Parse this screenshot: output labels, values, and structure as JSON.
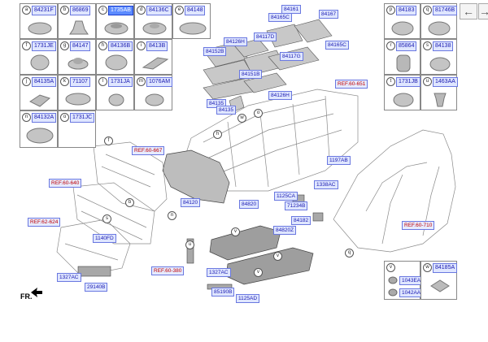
{
  "nav": {
    "back_label": "←",
    "forward_label": "→"
  },
  "colors": {
    "part_label_fill": "#dfe6ff",
    "part_label_border": "#6a78e0",
    "selected_label_fill": "#5c8bff",
    "ref_label_text": "#c00000",
    "arrow": "#e00000"
  },
  "left_table": {
    "row1": [
      {
        "index": "a",
        "part": "84231F"
      },
      {
        "index": "b",
        "part": "86869"
      },
      {
        "index": "c",
        "part": "1735AB",
        "selected": true
      },
      {
        "index": "d",
        "part": "84136C"
      },
      {
        "index": "e",
        "part": "84148"
      }
    ],
    "row2": [
      {
        "index": "f",
        "part": "1731JE"
      },
      {
        "index": "g",
        "part": "84147"
      },
      {
        "index": "h",
        "part": "84136B"
      },
      {
        "index": "i",
        "part": "8413B"
      }
    ],
    "row3": [
      {
        "index": "j",
        "part": "84135A"
      },
      {
        "index": "k",
        "part": "71107"
      },
      {
        "index": "l",
        "part": "1731JA"
      },
      {
        "index": "m",
        "part": "1076AM"
      }
    ],
    "row4": [
      {
        "index": "n",
        "part": "84132A"
      },
      {
        "index": "o",
        "part": "1731JC"
      }
    ]
  },
  "right_table": {
    "row1": [
      {
        "index": "p",
        "part": "84183"
      },
      {
        "index": "q",
        "part": "81746B"
      }
    ],
    "row2": [
      {
        "index": "r",
        "part": "85864"
      },
      {
        "index": "s",
        "part": "84138"
      }
    ],
    "row3": [
      {
        "index": "t",
        "part": "1731JB"
      },
      {
        "index": "u",
        "part": "1463AA"
      }
    ]
  },
  "bottom_right_table": [
    {
      "index": "v",
      "part": ""
    },
    {
      "index": "w",
      "part": "84185A"
    }
  ],
  "bottom_right_parts": [
    "1043EA",
    "1042AA"
  ],
  "labels": {
    "l84161": "84161",
    "l84165C": "84165C",
    "l84167": "84167",
    "l84126H": "84126H",
    "l84117D": "84117D",
    "l84165C2": "84165C",
    "l84152B": "84152B",
    "l84117G": "84117G",
    "l84151B": "84151B",
    "l84126H2": "84126H",
    "l84135": "84135",
    "l84135_2": "84135",
    "l84120": "84120",
    "l1197AB": "1197AB",
    "l1338AC": "1338AC",
    "l1125CA": "1125CA",
    "l84182": "84182",
    "l71234B": "71234B",
    "l84820": "84820",
    "l84820Z": "84820Z",
    "l1140FD": "1140FD",
    "l1327AC": "1327AC",
    "l1327AC_2": "1327AC",
    "l29140B": "29140B",
    "l85190B": "85190B",
    "l1125AD": "1125AD"
  },
  "refs": {
    "r1": "REF.60-651",
    "r2": "REF.60-667",
    "r3": "REF.60-640",
    "r4": "REF.62-624",
    "r5": "REF.60-710",
    "r6": "REF.60-380"
  },
  "front_label": "FR."
}
